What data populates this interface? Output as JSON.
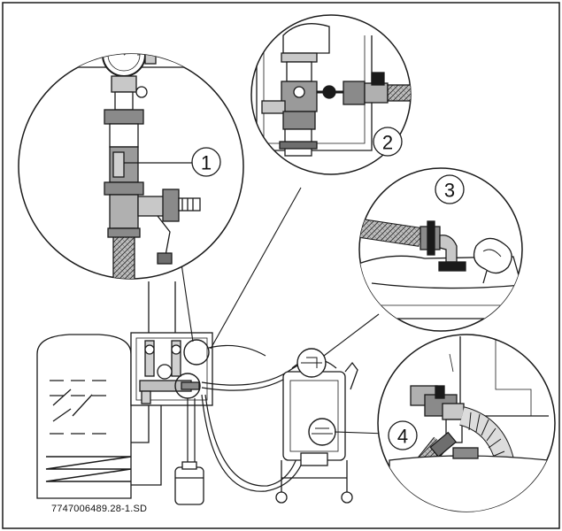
{
  "diagram": {
    "callouts": [
      "1",
      "2",
      "3",
      "4"
    ],
    "caption": "7747006489.28-1.SD",
    "colors": {
      "line": "#1a1a1a",
      "shade": "#c8c8c8",
      "dark": "#6e6e6e",
      "paper": "#ffffff"
    }
  }
}
